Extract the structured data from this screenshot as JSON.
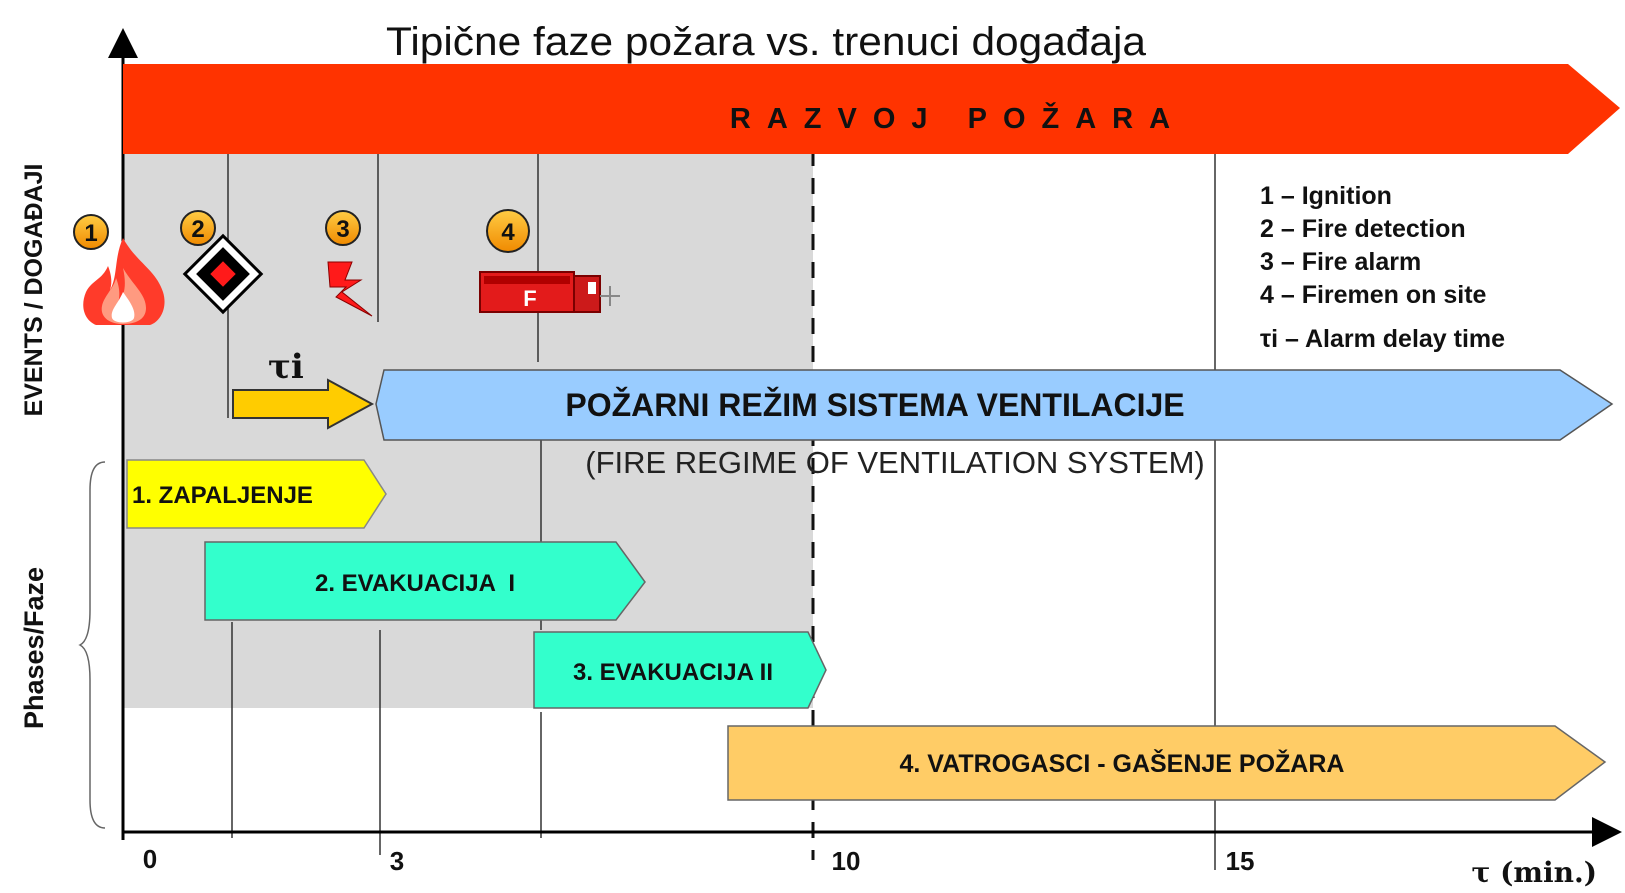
{
  "title": "Tipične faze požara vs. trenuci događaja",
  "top_banner": {
    "label": "RAZVOJ POŽARA",
    "color": "#ff3300"
  },
  "axes": {
    "y_label_events": "EVENTS / DOGAĐAJI",
    "y_label_phases": "Phases/Faze",
    "x_label": "τ (min.)",
    "ticks": [
      "0",
      "3",
      "10",
      "15"
    ]
  },
  "events": [
    {
      "num": "1",
      "icon": "flame-icon"
    },
    {
      "num": "2",
      "icon": "detector-icon"
    },
    {
      "num": "3",
      "icon": "lightning-icon"
    },
    {
      "num": "4",
      "icon": "fire-truck-icon",
      "truck_letter": "F"
    }
  ],
  "tau_label": "τi",
  "legend": [
    "1 – Ignition",
    "2 – Fire detection",
    "3 – Fire alarm",
    "4 – Firemen on site",
    "τi – Alarm delay time"
  ],
  "ventilation": {
    "label": "POŽARNI REŽIM SISTEMA VENTILACIJE",
    "sublabel": "(FIRE REGIME OF VENTILATION SYSTEM)",
    "color": "#99ccff"
  },
  "phases": [
    {
      "label": "1. ZAPALJENJE",
      "color": "#ffff00"
    },
    {
      "label": "2. EVAKUACIJA  I",
      "color": "#33ffcc"
    },
    {
      "label": "3. EVAKUACIJA II",
      "color": "#33ffcc"
    },
    {
      "label": "4. VATROGASCI - GAŠENJE POŽARA",
      "color": "#ffcc66"
    }
  ]
}
